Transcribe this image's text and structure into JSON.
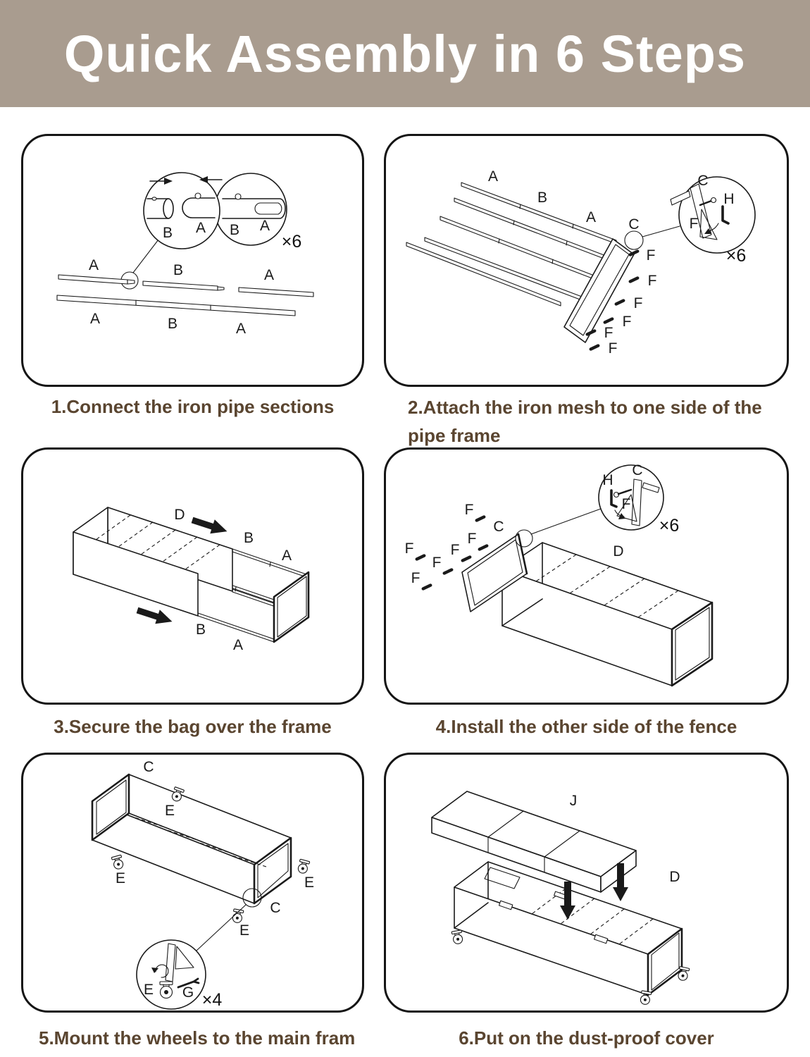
{
  "header": {
    "title": "Quick Assembly in 6 Steps"
  },
  "colors": {
    "header_bg": "#a99c8f",
    "header_text": "#ffffff",
    "caption": "#5a4530",
    "line": "#1a1a1a"
  },
  "steps": [
    {
      "caption": "1.Connect the iron pipe sections",
      "zoom_left_labels": [
        "B",
        "A"
      ],
      "zoom_right_labels": [
        "B",
        "A"
      ],
      "multiplier": "×6",
      "top_row_labels": [
        "A",
        "B",
        "A"
      ],
      "bottom_row_labels": [
        "A",
        "B",
        "A"
      ]
    },
    {
      "caption": "2.Attach the iron mesh to one side of the\npipe frame",
      "pipe_labels": [
        "A",
        "B",
        "A"
      ],
      "mesh_label": "C",
      "zoom_labels": {
        "c": "C",
        "h": "H",
        "f": "F"
      },
      "multiplier": "×6",
      "screw_labels": [
        "F",
        "F",
        "F",
        "F",
        "F",
        "F"
      ]
    },
    {
      "caption": "3.Secure the bag over the frame",
      "labels": {
        "d": "D",
        "b_top": "B",
        "a_top": "A",
        "b_bottom": "B",
        "a_bottom": "A"
      }
    },
    {
      "caption": "4.Install the other side of the fence",
      "zoom_labels": {
        "c": "C",
        "h": "H",
        "f": "F"
      },
      "multiplier": "×6",
      "mesh_label": "C",
      "box_label": "D",
      "screw_labels": [
        "F",
        "F",
        "F",
        "F",
        "F",
        "F"
      ]
    },
    {
      "caption": "5.Mount the wheels to the main fram",
      "mesh_labels": [
        "C",
        "C"
      ],
      "wheel_labels": [
        "E",
        "E",
        "E",
        "E"
      ],
      "zoom_labels": {
        "e": "E",
        "g": "G"
      },
      "multiplier": "×4"
    },
    {
      "caption": "6.Put on the dust-proof cover",
      "cover_label": "J",
      "box_label": "D"
    }
  ]
}
